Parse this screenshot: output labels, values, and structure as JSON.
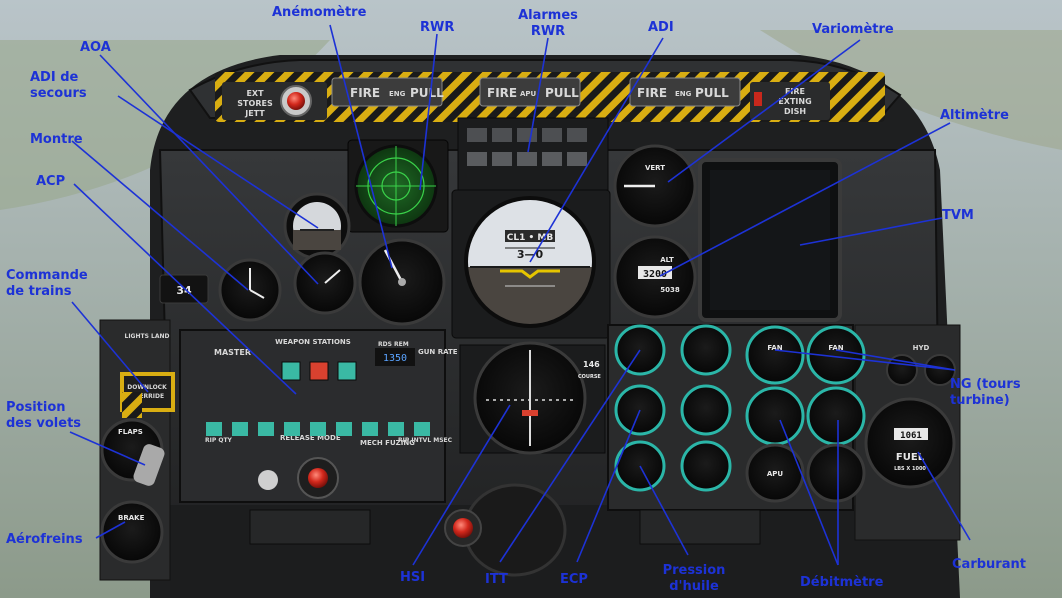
{
  "colors": {
    "callout_text": "#1d32d6",
    "leader_line": "#1d32d6",
    "panel": "#2b2d2e",
    "bezel": "#1a1b1c",
    "gauge_face": "#0c0c0c",
    "hazard_yellow": "#e0b400",
    "rwr_green": "#2fae3a",
    "engine_ring_teal": "#2bb6a8",
    "adi_sky": "#d9dde2",
    "adi_ground": "#4a4540"
  },
  "callouts": {
    "anemometre": "Anémomètre",
    "rwr": "RWR",
    "alarmes_rwr_1": "Alarmes",
    "alarmes_rwr_2": "RWR",
    "adi": "ADI",
    "variometre": "Variomètre",
    "aoa": "AOA",
    "adi_secours_1": "ADI de",
    "adi_secours_2": "secours",
    "montre": "Montre",
    "acp": "ACP",
    "commande_trains_1": "Commande",
    "commande_trains_2": "de trains",
    "position_volets_1": "Position",
    "position_volets_2": "des volets",
    "aerofreins": "Aérofreins",
    "altimetre": "Altimètre",
    "tvm": "TVM",
    "ng_1": "NG (tours",
    "ng_2": "turbine)",
    "carburant": "Carburant",
    "debitmetre": "Débitmètre",
    "pression_huile_1": "Pression",
    "pression_huile_2": "d'huile",
    "ecp": "ECP",
    "itt": "ITT",
    "hsi": "HSI"
  },
  "panel_text": {
    "fire_left": "FIRE",
    "fire_left_mid": "ENG",
    "fire_left_right": "PULL",
    "fire_center": "FIRE",
    "fire_center_mid": "APU",
    "fire_center_right": "PULL",
    "fire_right": "FIRE",
    "fire_right_mid": "ENG",
    "fire_right_right": "PULL",
    "ext_stores_1": "EXT",
    "ext_stores_2": "STORES",
    "ext_stores_3": "JETT",
    "fire_exting_1": "FIRE",
    "fire_exting_2": "EXTING",
    "fire_exting_3": "DISH",
    "weapon_stations": "WEAPON STATIONS",
    "master_arm": "MASTER",
    "rds_rem": "RDS REM",
    "rds_count": "1350",
    "gun_rate": "GUN RATE",
    "release_mode": "RELEASE MODE",
    "mech_fuzing": "MECH FUZING",
    "rip_qty": "RIP QTY",
    "rip_intvl": "RIP INTVL MSEC",
    "downlock_override_1": "DOWNLOCK",
    "downlock_override_2": "OVERRIDE",
    "lights_land": "LIGHTS LAND",
    "flaps": "FLAPS",
    "brake": "BRAKE",
    "adi_label": "CL1 • MB",
    "adi_pitch": "3—0",
    "alt_readout": "3200",
    "alt_label": "ALT",
    "alt_sub": "5038",
    "hsi_course": "146",
    "hsi_course_label": "COURSE",
    "fuel_label": "FUEL",
    "fuel_readout": "1061",
    "fuel_sub": "LBS X 1000",
    "apu_label": "APU",
    "hyd_label": "HYD",
    "clock_counter": "34",
    "ng_fan": "FAN",
    "var_vert": "VERT"
  }
}
